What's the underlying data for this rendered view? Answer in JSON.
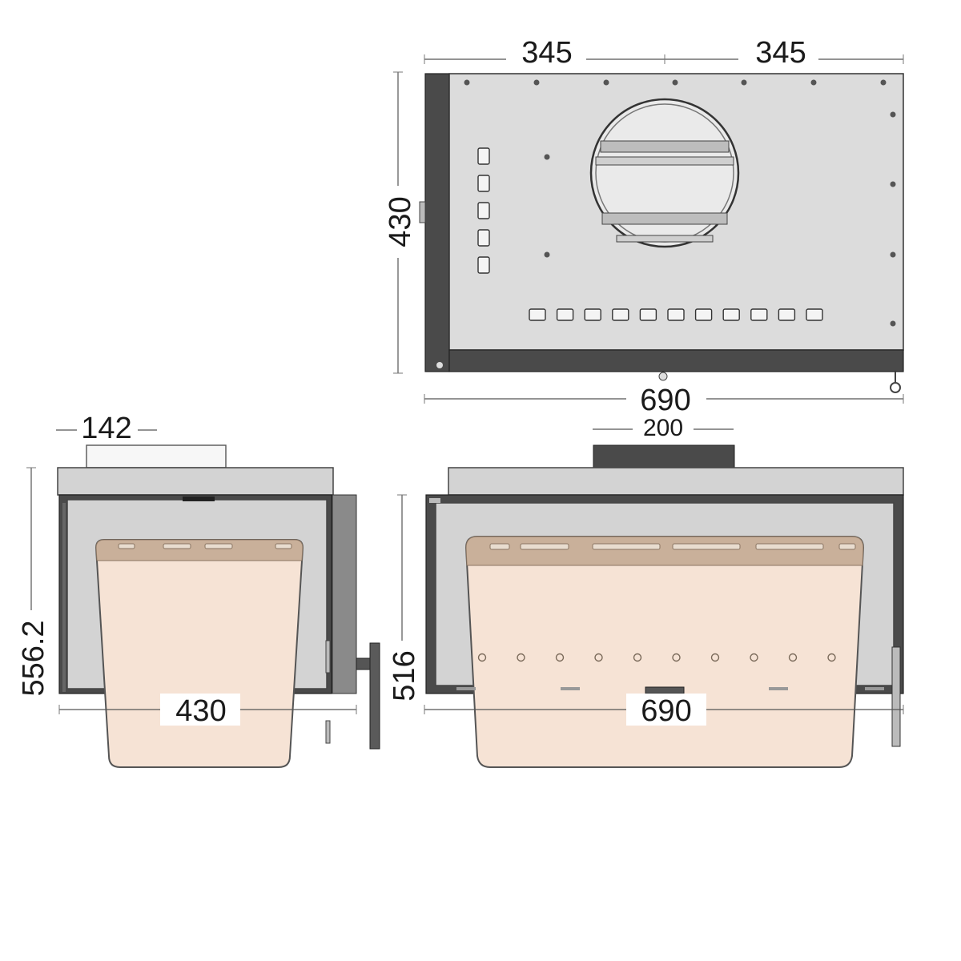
{
  "top_view": {
    "dim_top_left": "345",
    "dim_top_right": "345",
    "dim_height": "430",
    "dim_width": "690"
  },
  "side_view": {
    "dim_flue": "142",
    "dim_height": "556.2",
    "dim_depth": "430"
  },
  "front_view": {
    "dim_flue": "200",
    "dim_height": "516",
    "dim_width": "690"
  },
  "colors": {
    "steel": "#d3d3d3",
    "dark_frame": "#4a4a4a",
    "glass": "#f6e3d5",
    "glass_band": "#c9b09a"
  }
}
